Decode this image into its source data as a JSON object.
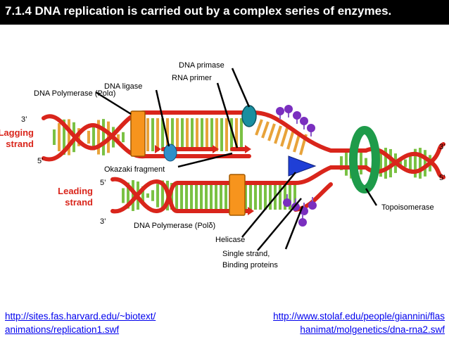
{
  "title": "7.1.4 DNA replication is carried out by a complex series of enzymes.",
  "labels": {
    "dna_primase": "DNA primase",
    "rna_primer": "RNA primer",
    "dna_ligase": "DNA ligase",
    "dna_pol_alpha": "DNA Polymerase (Polα)",
    "okazaki": "Okazaki fragment",
    "leading_line1": "Leading",
    "leading_line2": "strand",
    "lagging_line1": "Lagging",
    "lagging_line2": "strand",
    "dna_pol_delta": "DNA Polymerase (Polδ)",
    "helicase": "Helicase",
    "ssb_line1": "Single strand,",
    "ssb_line2": "Binding proteins",
    "topoisomerase": "Topoisomerase",
    "three_prime": "3’",
    "five_prime": "5’"
  },
  "links": {
    "left_line1": "http://sites.fas.harvard.edu/~biotext/",
    "left_line2": "animations/replication1.swf",
    "right_line1": "http://www.stolaf.edu/people/giannini/flas",
    "right_line2": "hanimat/molgenetics/dna-rna2.swf"
  },
  "colors": {
    "strand_red": "#d9251b",
    "rung_green": "#7ac143",
    "rung_orange": "#e8a33a",
    "polymerase": "#f7941d",
    "ligase_blue": "#2e8fc9",
    "primase_teal": "#1a8fa0",
    "helicase_blue": "#1f3fd6",
    "ssb_purple": "#7a2fbf",
    "topo_green": "#1e9b4a",
    "label_red": "#d9251b"
  }
}
